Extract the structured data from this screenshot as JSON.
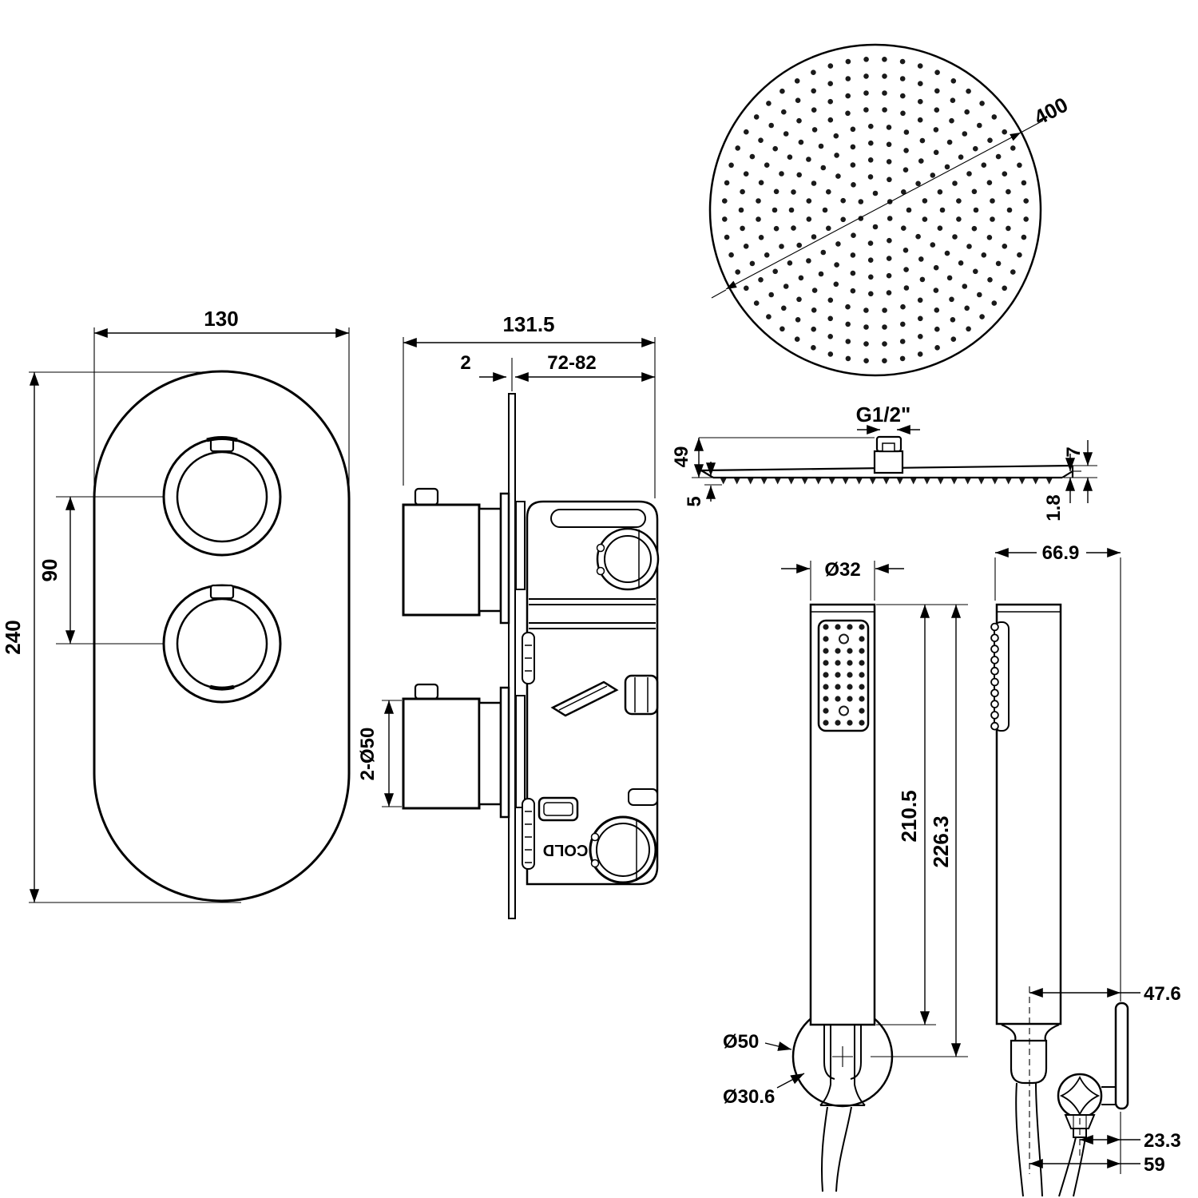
{
  "colors": {
    "line": "#000000",
    "background": "#ffffff",
    "dot": "#1a1a1a"
  },
  "views": {
    "rain_head_top": {
      "diameter": "400"
    },
    "rain_head_side": {
      "thread": "G1/2\"",
      "total_height": "49",
      "nozzle_height": "5",
      "edge_height": "7",
      "plate_thickness": "1.8"
    },
    "valve_trim_front": {
      "plate_width": "130",
      "plate_height": "240",
      "handle_spacing": "90"
    },
    "valve_side": {
      "total_depth": "131.5",
      "trim_thickness": "2",
      "install_depth": "72-82",
      "handle_diameter": "2-Ø50",
      "port_marking": "COLD"
    },
    "hand_shower_front": {
      "wand_diameter": "Ø32",
      "wand_length": "210.5",
      "overall_length": "226.3",
      "holder_diameter": "Ø50",
      "holder_bore": "Ø30.6"
    },
    "hand_shower_side": {
      "head_depth": "66.9",
      "wall_offset": "47.6",
      "elbow_offset": "23.3",
      "hose_offset": "59"
    }
  }
}
